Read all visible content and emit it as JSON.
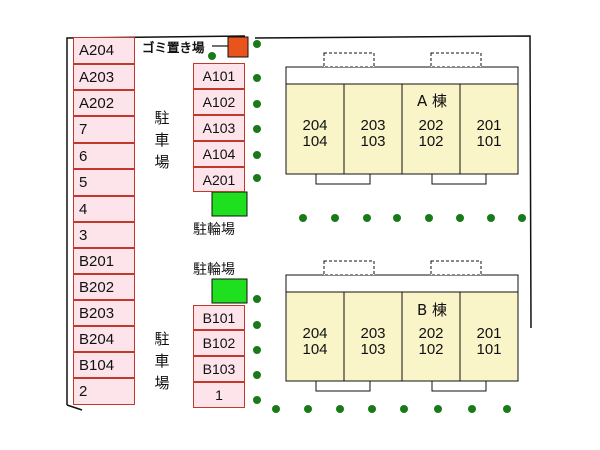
{
  "labels": {
    "garbage": "ゴミ置き場",
    "parking_left": "駐車場",
    "parking_right": "駐車場",
    "bike_a": "駐輪場",
    "bike_b": "駐輪場"
  },
  "parking": {
    "left_column": [
      "A204",
      "A203",
      "A202",
      "7",
      "6",
      "5",
      "4",
      "3",
      "B201",
      "B202",
      "B203",
      "B204",
      "B104",
      "2"
    ],
    "right_a": [
      "A101",
      "A102",
      "A103",
      "A104",
      "A201"
    ],
    "right_b": [
      "B101",
      "B102",
      "B103",
      "1"
    ]
  },
  "buildings": {
    "a": {
      "name": "A 棟",
      "units": [
        {
          "top": "204",
          "bottom": "104"
        },
        {
          "top": "203",
          "bottom": "103"
        },
        {
          "top": "202",
          "bottom": "102"
        },
        {
          "top": "201",
          "bottom": "101"
        }
      ]
    },
    "b": {
      "name": "B 棟",
      "units": [
        {
          "top": "204",
          "bottom": "104"
        },
        {
          "top": "203",
          "bottom": "103"
        },
        {
          "top": "202",
          "bottom": "102"
        },
        {
          "top": "201",
          "bottom": "101"
        }
      ]
    }
  },
  "colors": {
    "slot_fill": "#fce4ea",
    "slot_border": "#c0392b",
    "building_fill": "#f9f5c8",
    "garbage": "#e8541b",
    "bike": "#1fe01f",
    "tree": "#1a7a1a"
  }
}
